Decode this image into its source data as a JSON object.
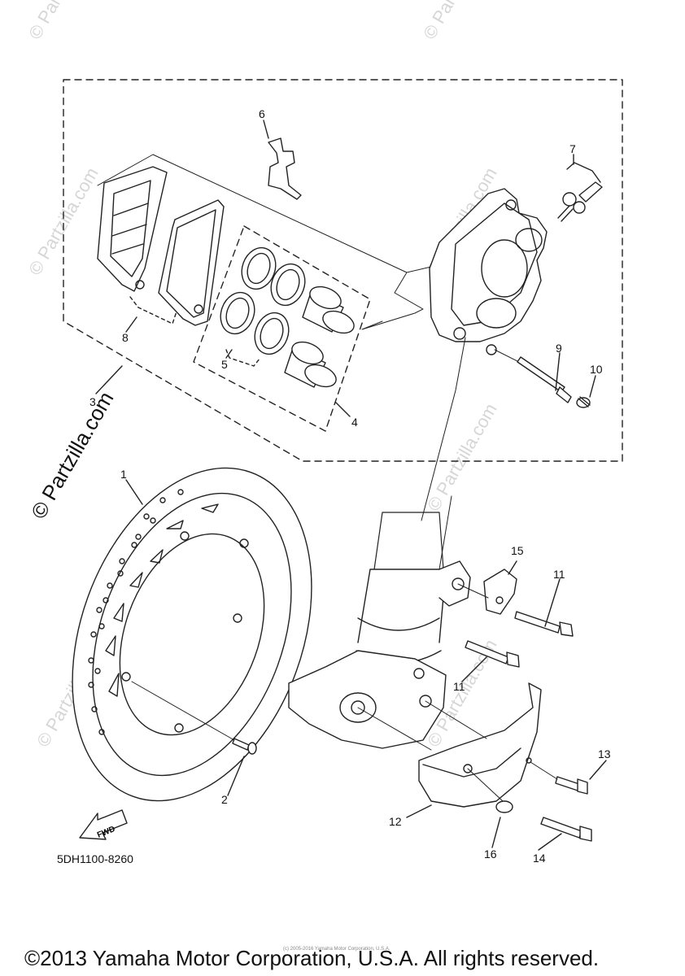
{
  "callouts": {
    "c1": "1",
    "c2": "2",
    "c3": "3",
    "c4": "4",
    "c5": "5",
    "c6": "6",
    "c7": "7",
    "c8": "8",
    "c9": "9",
    "c10": "10",
    "c11a": "11",
    "c11b": "11",
    "c12": "12",
    "c13": "13",
    "c14": "14",
    "c15": "15",
    "c16": "16"
  },
  "fwd_label": "FWD",
  "diagram_code": "5DH1100-8260",
  "watermark_main": "© Partzilla.com",
  "watermark_faint": "© Partzilla.com",
  "copyright": "©2013 Yamaha Motor Corporation, U.S.A. All rights reserved.",
  "copyright_small": "(c) 2005-2016 Yamaha Motor Corporation, U.S.A."
}
